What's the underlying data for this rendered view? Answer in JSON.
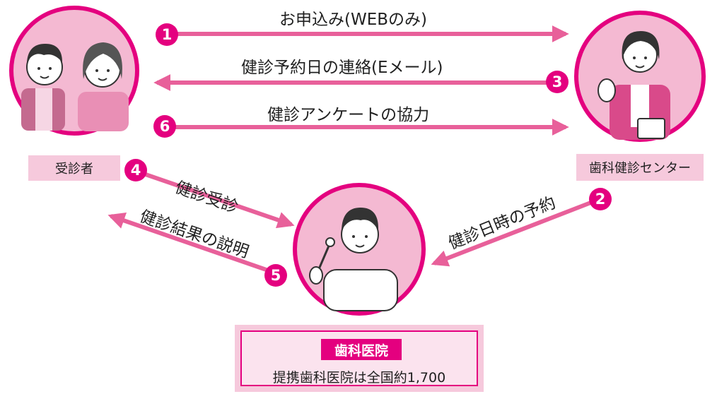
{
  "steps": {
    "s1": {
      "num": "1",
      "label": "お申込み(WEBのみ)"
    },
    "s2": {
      "num": "2",
      "label": "健診日時の予約"
    },
    "s3": {
      "num": "3",
      "label": "健診予約日の連絡(Eメール)"
    },
    "s4": {
      "num": "4",
      "label": "健診受診"
    },
    "s5": {
      "num": "5",
      "label": "健診結果の説明"
    },
    "s6": {
      "num": "6",
      "label": "健診アンケートの協力"
    }
  },
  "actors": {
    "examinee": "受診者",
    "center": "歯科健診センター",
    "clinic": "歯科医院"
  },
  "clinic_note": "提携歯科医院は全国約1,700",
  "colors": {
    "accent": "#e4007f",
    "arrow": "#e8609a",
    "pale_pink": "#f6c9dc",
    "circle_fill": "#f4b9d2"
  }
}
